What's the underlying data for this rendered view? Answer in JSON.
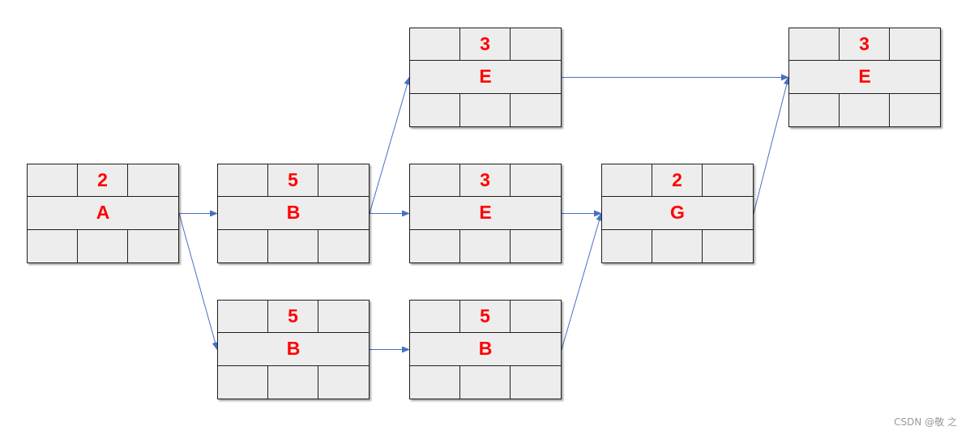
{
  "nodes": [
    {
      "duration": "2",
      "name": "A"
    },
    {
      "duration": "5",
      "name": "B"
    },
    {
      "duration": "5",
      "name": "B"
    },
    {
      "duration": "3",
      "name": "E"
    },
    {
      "duration": "3",
      "name": "E"
    },
    {
      "duration": "5",
      "name": "B"
    },
    {
      "duration": "2",
      "name": "G"
    },
    {
      "duration": "3",
      "name": "E"
    }
  ],
  "edges": [
    {
      "from": 0,
      "to": 1
    },
    {
      "from": 0,
      "to": 2
    },
    {
      "from": 1,
      "to": 3
    },
    {
      "from": 1,
      "to": 4
    },
    {
      "from": 2,
      "to": 5
    },
    {
      "from": 3,
      "to": 7
    },
    {
      "from": 4,
      "to": 6
    },
    {
      "from": 5,
      "to": 6
    },
    {
      "from": 6,
      "to": 7
    }
  ],
  "colors": {
    "arrow": "#4472c4",
    "label": "#ff0000",
    "fill": "#ededed",
    "border": "#1f1f1f"
  },
  "watermark": "CSDN @敬 之"
}
